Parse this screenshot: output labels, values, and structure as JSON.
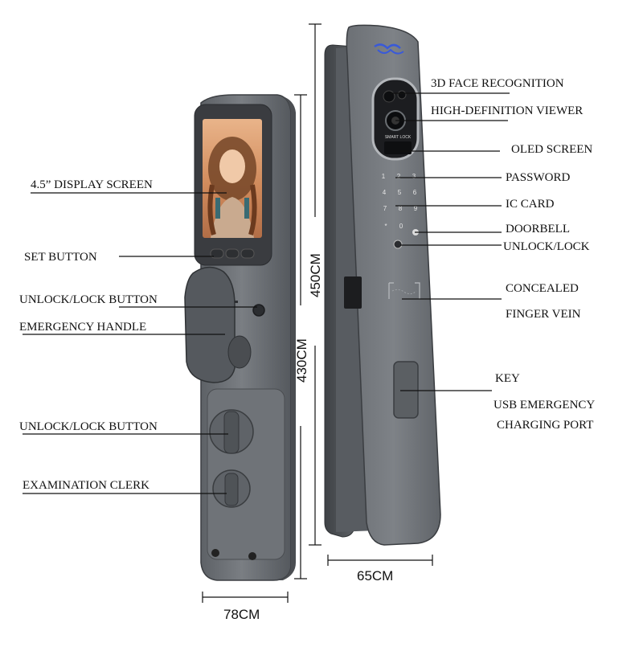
{
  "labels": {
    "display_screen": "4.5” DISPLAY SCREEN",
    "set_button": "SET BUTTON",
    "unlock_lock_button_top": "UNLOCK/LOCK BUTTON",
    "emergency_handle": "EMERGENCY HANDLE",
    "unlock_lock_button_bottom": "UNLOCK/LOCK BUTTON",
    "examination_clerk": "EXAMINATION CLERK",
    "face_recognition": "3D FACE RECOGNITION",
    "hd_viewer": "HIGH-DEFINITION VIEWER",
    "oled_screen": "OLED SCREEN",
    "password": "PASSWORD",
    "ic_card": "IC CARD",
    "doorbell": "DOORBELL",
    "unlock_lock": "UNLOCK/LOCK",
    "concealed": "CONCEALED",
    "finger_vein": "FINGER VEIN",
    "key": "KEY",
    "usb_emergency": "USB EMERGENCY",
    "charging_port": "CHARGING PORT"
  },
  "dimensions": {
    "height_front": "450CM",
    "height_back": "430CM",
    "width_front": "65CM",
    "width_back": "78CM"
  },
  "device": {
    "oled_text": "SMART LOCK",
    "keypad": [
      "1",
      "2",
      "3",
      "4",
      "5",
      "6",
      "7",
      "8",
      "9",
      "*",
      "0"
    ]
  },
  "colors": {
    "body": "#6b6f73",
    "body_dark": "#4a4d50",
    "accent_blue": "#3a5ad8"
  }
}
